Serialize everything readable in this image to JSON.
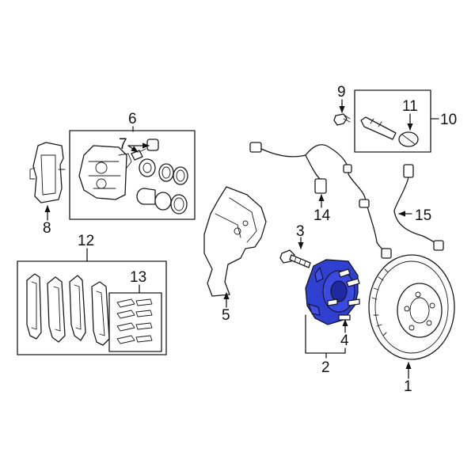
{
  "colors": {
    "line": "#1a1a1a",
    "highlight": "#2f3fd0",
    "background": "#ffffff"
  },
  "callouts": {
    "c1": "1",
    "c2": "2",
    "c3": "3",
    "c4": "4",
    "c5": "5",
    "c6": "6",
    "c7": "7",
    "c8": "8",
    "c9": "9",
    "c10": "10",
    "c11": "11",
    "c12": "12",
    "c13": "13",
    "c14": "14",
    "c15": "15"
  }
}
